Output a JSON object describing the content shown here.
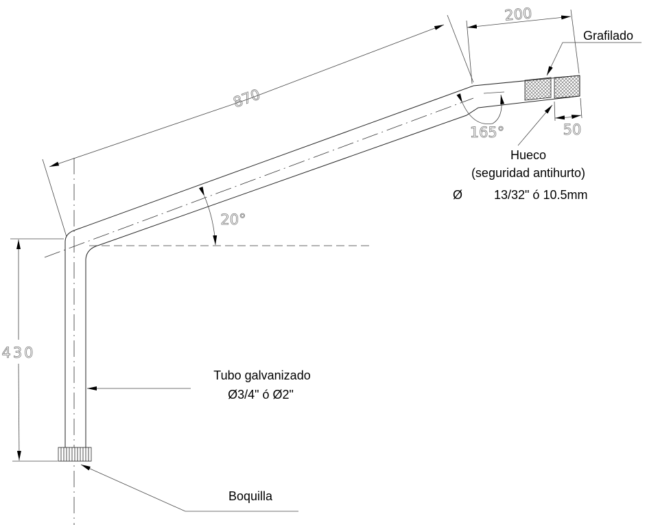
{
  "dimensions": {
    "length_main": "870",
    "length_end": "200",
    "knurl_length": "50",
    "height": "430",
    "angle_bend": "20°",
    "angle_end": "165°"
  },
  "labels": {
    "grafilado": "Grafilado",
    "hueco_title": "Hueco",
    "hueco_sub": "(seguridad antihurto)",
    "hueco_dia_symbol": "Ø",
    "hueco_dia_value": "13/32\" ó 10.5mm",
    "tubo_title": "Tubo galvanizado",
    "tubo_dia": "Ø3/4\" ó  Ø2\"",
    "boquilla": "Boquilla"
  }
}
